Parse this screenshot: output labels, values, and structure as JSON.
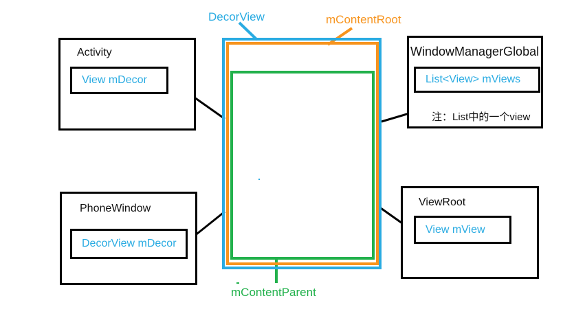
{
  "colors": {
    "accent_cyan": "#29ABE2",
    "accent_orange": "#F7941E",
    "accent_green": "#22B14C",
    "line_black": "#000000"
  },
  "float_labels": {
    "decor_view": "DecorView",
    "m_content_root": "mContentRoot",
    "m_content_parent": "mContentParent"
  },
  "boxes": {
    "activity": {
      "title": "Activity",
      "field": "View mDecor"
    },
    "window_manager_global": {
      "title": "WindowManagerGlobal",
      "field": "List<View> mViews",
      "note": "注：List中的一个view"
    },
    "phone_window": {
      "title": "PhoneWindow",
      "field": "DecorView mDecor"
    },
    "view_root": {
      "title": "ViewRoot",
      "field": "View mView"
    }
  }
}
